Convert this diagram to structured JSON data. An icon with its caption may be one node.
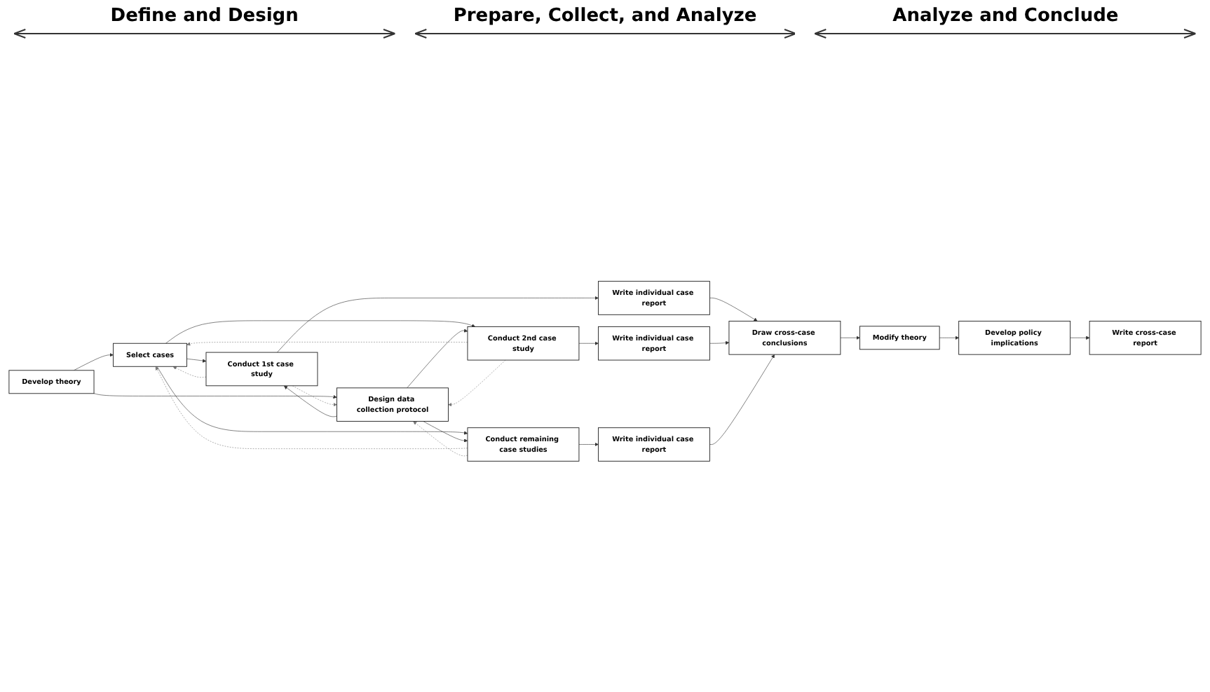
{
  "diagram": {
    "nodes": [
      {
        "text": [
          "Develop theory"
        ]
      },
      {
        "text": [
          "Select cases"
        ]
      },
      {
        "text": [
          "Design data collection protocol"
        ]
      },
      {
        "text": [
          "Conduct 1st case study"
        ]
      },
      {
        "text": [
          "Conduct 2nd case study"
        ]
      },
      {
        "text": [
          "Conduct remaining case studies"
        ]
      },
      {
        "text": [
          "Write individual case report"
        ]
      },
      {
        "text": [
          "Write individual case report"
        ]
      },
      {
        "text": [
          "Write individual case report"
        ]
      },
      {
        "text": [
          "Draw cross-case conclusions"
        ]
      },
      {
        "text": [
          "Modify theory"
        ]
      },
      {
        "text": [
          "Develop policy implications"
        ]
      },
      {
        "text": [
          "Write cross-case report"
        ]
      }
    ],
    "edges": [
      {
        "from": 0,
        "to": 1,
        "arrow": "to"
      },
      {
        "from": 0,
        "to": 2,
        "arrow": "to"
      },
      {
        "from": 1,
        "to": 3,
        "arrow": "to"
      },
      {
        "from": 1,
        "to": 4,
        "arrow": "to"
      },
      {
        "from": 1,
        "to": 5,
        "arrow": "to"
      },
      {
        "from": 2,
        "to": 3,
        "arrow": "to"
      },
      {
        "from": 2,
        "to": 4,
        "arrow": "to"
      },
      {
        "from": 2,
        "to": 5,
        "arrow": "to"
      },
      {
        "from": 3,
        "to": 6,
        "arrow": "to"
      },
      {
        "from": 4,
        "to": 7,
        "arrow": "to"
      },
      {
        "from": 5,
        "to": 8,
        "arrow": "to"
      },
      {
        "from": 6,
        "to": 9,
        "arrow": "to"
      },
      {
        "from": 7,
        "to": 9,
        "arrow": "to"
      },
      {
        "from": 8,
        "to": 9,
        "arrow": "to"
      },
      {
        "from": 9,
        "to": 10,
        "arrow": "to"
      },
      {
        "from": 10,
        "to": 11,
        "arrow": "to"
      },
      {
        "from": 11,
        "to": 12,
        "arrow": "to"
      },
      {
        "from": 3,
        "to": 1,
        "arrow": "to",
        "style": "dashed",
        "color": "#777777"
      },
      {
        "from": 3,
        "to": 2,
        "arrow": "to",
        "style": "dashed",
        "color": "#777777"
      },
      {
        "from": 4,
        "to": 1,
        "arrow": "to",
        "style": "dashed",
        "color": "#777777"
      },
      {
        "from": 4,
        "to": 2,
        "arrow": "to",
        "style": "dashed",
        "color": "#777777"
      },
      {
        "from": 5,
        "to": 1,
        "arrow": "to",
        "style": "dashed",
        "color": "#777777"
      },
      {
        "from": 5,
        "to": 2,
        "arrow": "to",
        "style": "dashed",
        "color": "#777777"
      }
    ],
    "labels": [
      "Define and Design",
      "Prepare, Collect, and Analyze",
      "Analyze and Conclude"
    ]
  }
}
